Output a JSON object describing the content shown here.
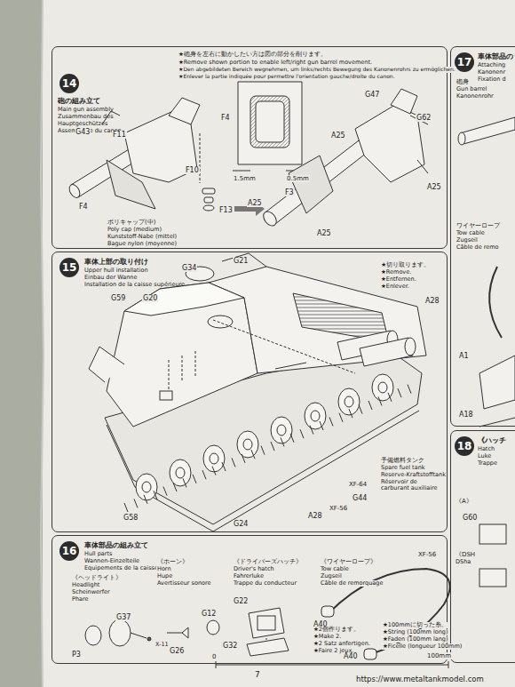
{
  "diagram": {
    "nodes": [
      {
        "text": [
          "14",
          "砲の組み立て",
          "Main gun assembly",
          "Zusammenbau des Hauptgeschützes",
          "Assemblage du canon"
        ]
      },
      {
        "text": [
          "15",
          "車体上部の取り付け",
          "Upper hull installation",
          "Einbau der Wanne",
          "Installation de la caisse supérieure"
        ]
      },
      {
        "text": [
          "16",
          "車体部品の組み立て",
          "Hull parts",
          "Wannen-Einzelteile",
          "Equipements de la caisse"
        ]
      },
      {
        "text": [
          "17",
          "車体部品の",
          "Attaching",
          "Kanonenr",
          "Fixation d"
        ]
      },
      {
        "text": [
          "18",
          "《ハッチ",
          "Hatch",
          "Luke",
          "Trappe"
        ]
      }
    ],
    "labels": [
      "★砲身を左右に動かしたい方は図の部分を削ります。",
      "★Remove shown portion to enable left/right gun barrel movement.",
      "★Den abgebildeten Bereich wegnehmen, um links/rechts Bewegung des Kanonenrohrs zu ermöglichen.",
      "★Enlever la partie indiquée pour permettre l'orientation gauche/droite du canon.",
      "G43",
      "F11",
      "F4",
      "F10",
      "F13",
      "ポリキャップ(中)",
      "Poly cap (medium)",
      "Kunststoff-Nabe (mittel)",
      "Bague nylon (moyenne)",
      "F4",
      "1.5mm",
      "0.5mm",
      "F3",
      "G47",
      "G62",
      "A25",
      "A25",
      "A25",
      "A25",
      "G21",
      "G34",
      "★切り取ります。",
      "★Remove.",
      "★Entfernen.",
      "★Enlever.",
      "G59",
      "G20",
      "A28",
      "予備燃料タンク",
      "Spare fuel tank",
      "Reserve-Kraftstofftank",
      "Réservoir de carburant auxiliaire",
      "G44",
      "XF-64",
      "XF-56",
      "A28",
      "G58",
      "G24",
      "《ヘッドライト》",
      "Headlight",
      "Scheinwerfer",
      "Phare",
      "G37",
      "P3",
      "X-11",
      "《ホーン》",
      "Horn",
      "Hupe",
      "Avertisseur sonore",
      "G26",
      "G12",
      "《ドライバーズハッチ》",
      "Driver's hatch",
      "Fahrerluke",
      "Trappe du conducteur",
      "G22",
      "G32",
      "《ワイヤーロープ》",
      "Tow cable",
      "Zugseil",
      "Câble de remorquage",
      "XF-56",
      "A40",
      "★2個作ります。",
      "★Make 2.",
      "★2 Satz anfertigen.",
      "★Faire 2 jeux.",
      "★100mmに切った糸。",
      "★String (100mm long)",
      "★Faden (100mm lang)",
      "★Ficelle (longueur 100mm)",
      "A40",
      "100mm",
      "0",
      "7",
      "https://www.metaltankmodel.com",
      "砲身",
      "Gun barrel",
      "Kanonenrohr",
      "ワイヤーロープ",
      "Tow cable",
      "Zugseil",
      "Câble de remo",
      "A1",
      "A18",
      "《A》",
      "G60",
      "《DSH",
      "DSha"
    ]
  }
}
